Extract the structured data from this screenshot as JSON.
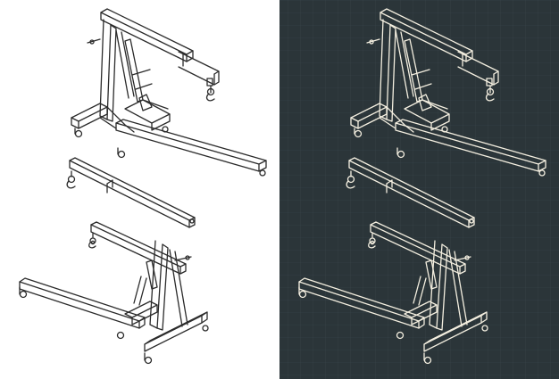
{
  "panels": [
    {
      "name": "white-sheet",
      "background": "#ffffff",
      "ink": "#2b2b2b",
      "wheel_ink": "#2b2b2b"
    },
    {
      "name": "blueprint-sheet",
      "background": "#2b3539",
      "ink": "#f4efe0",
      "wheel_ink": "#e8dcb0",
      "grid": "#3a464b"
    }
  ],
  "views": [
    "assembled-crane",
    "folded-boom",
    "folded-crane"
  ]
}
